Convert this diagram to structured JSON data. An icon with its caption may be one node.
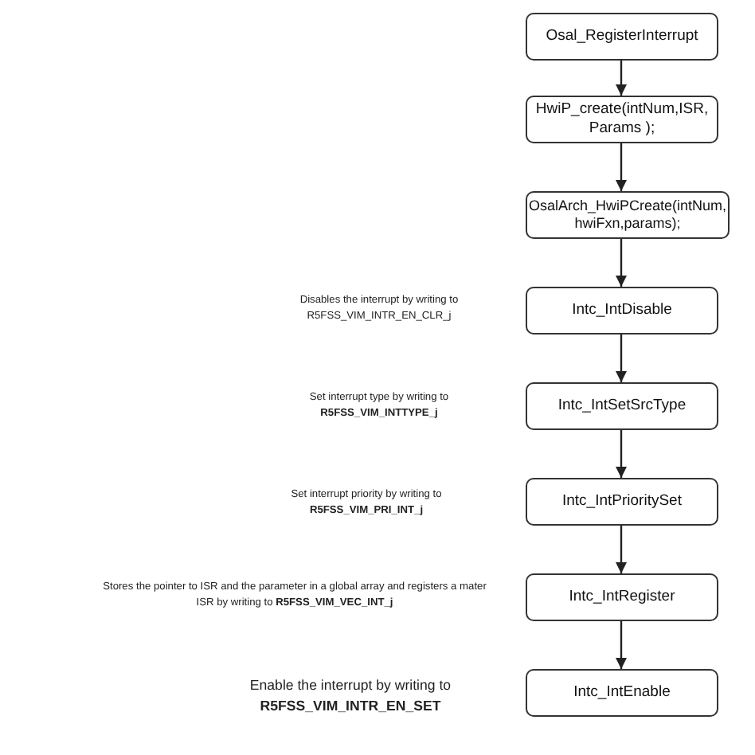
{
  "diagram": {
    "nodes": [
      {
        "text": [
          "Osal_RegisterInterrupt"
        ]
      },
      {
        "text": [
          "HwiP_create(intNum,ISR, Params );"
        ]
      },
      {
        "text": [
          "OsalArch_HwiPCreate(intNum, hwiFxn,params);"
        ]
      },
      {
        "text": [
          "Intc_IntDisable"
        ]
      },
      {
        "text": [
          "Intc_IntSetSrcType"
        ]
      },
      {
        "text": [
          "Intc_IntPrioritySet"
        ]
      },
      {
        "text": [
          "Intc_IntRegister"
        ]
      },
      {
        "text": [
          "Intc_IntEnable"
        ]
      }
    ],
    "edges": [
      {
        "from": 0,
        "to": 1,
        "arrow": "to"
      },
      {
        "from": 1,
        "to": 2,
        "arrow": "to"
      },
      {
        "from": 2,
        "to": 3,
        "arrow": "to"
      },
      {
        "from": 3,
        "to": 4,
        "arrow": "to"
      },
      {
        "from": 4,
        "to": 5,
        "arrow": "to"
      },
      {
        "from": 5,
        "to": 6,
        "arrow": "to"
      },
      {
        "from": 6,
        "to": 7,
        "arrow": "to"
      }
    ],
    "labels": [
      "Disables the interrupt by writing to R5FSS_VIM_INTR_EN_CLR_j",
      "Set interrupt type by writing to **R5FSS_VIM_INTTYPE_j**",
      "Set interrupt priority by writing to **R5FSS_VIM_PRI_INT_j**",
      "Stores the pointer to ISR and the parameter in a global array and registers a mater ISR by writing to **R5FSS_VIM_VEC_INT_j**",
      "Enable the interrupt by writing to **R5FSS_VIM_INTR_EN_SET**"
    ]
  }
}
